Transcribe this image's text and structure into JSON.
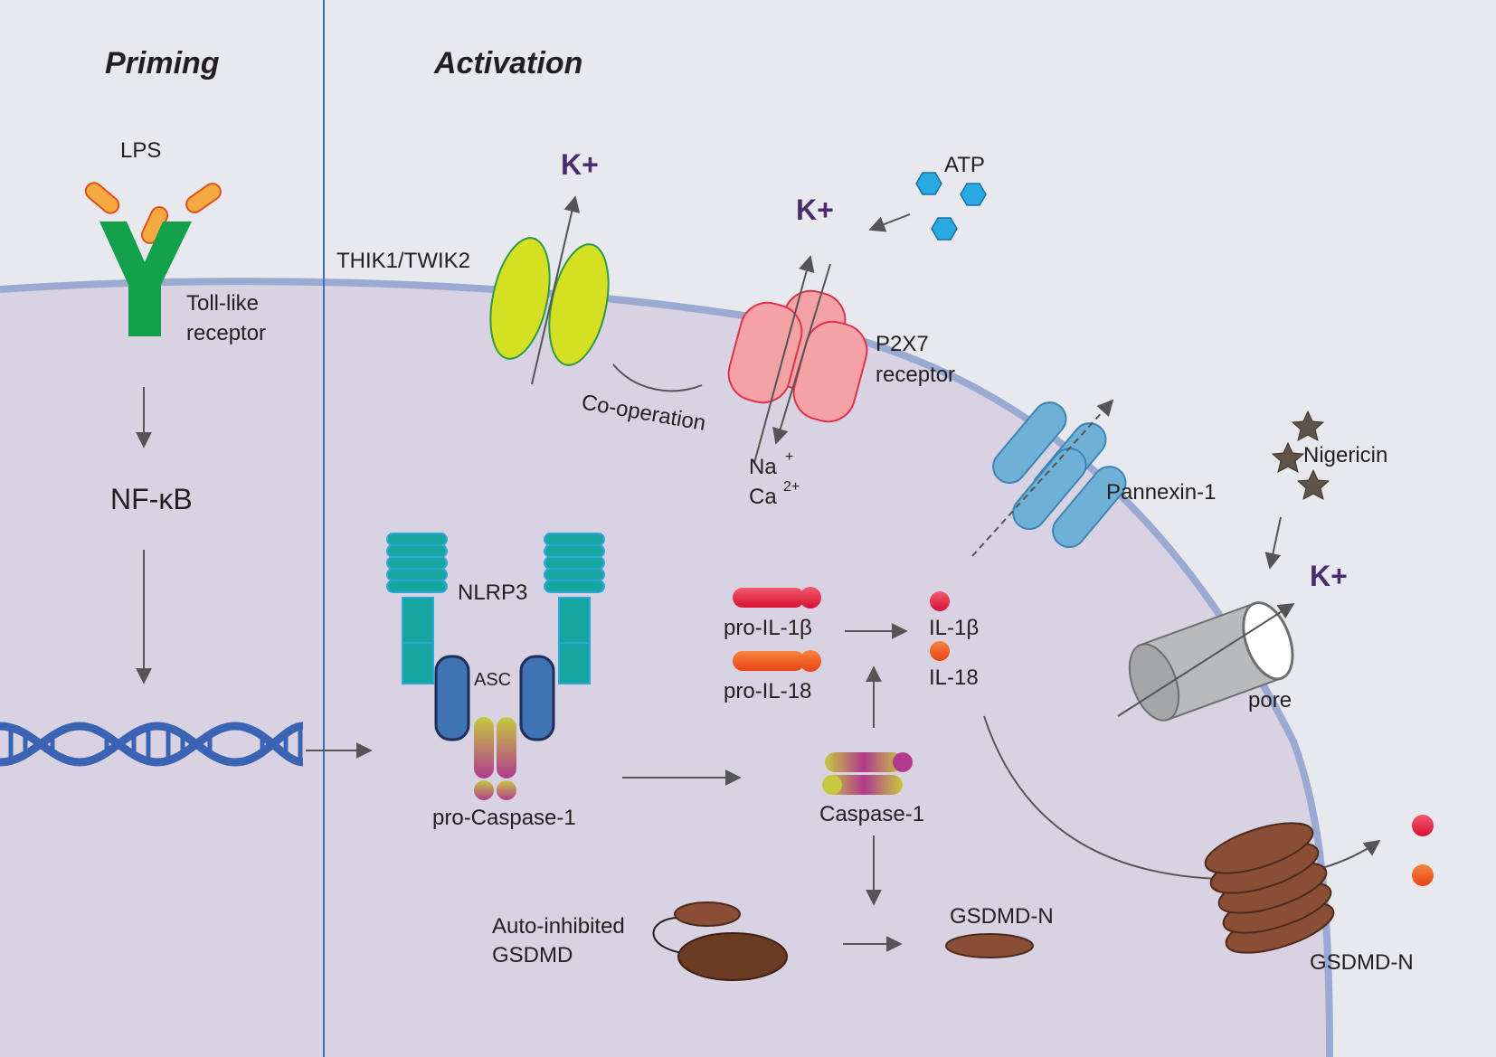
{
  "headers": {
    "priming": "Priming",
    "activation": "Activation"
  },
  "labels": {
    "lps": "LPS",
    "tlr_line1": "Toll-like",
    "tlr_line2": "receptor",
    "nfkb": "NF-κB",
    "thik": "THIK1/TWIK2",
    "kplus_1": "K+",
    "kplus_2": "K+",
    "kplus_3": "K+",
    "atp": "ATP",
    "p2x7_line1": "P2X7",
    "p2x7_line2": "receptor",
    "cooperation": "Co-operation",
    "na": "Na",
    "na_sup": "+",
    "ca": "Ca",
    "ca_sup": "2+",
    "pannexin": "Pannexin-1",
    "nigericin": "Nigericin",
    "nlrp3": "NLRP3",
    "asc": "ASC",
    "pro_caspase": "pro-Caspase-1",
    "pro_il1b": "pro-IL-1β",
    "pro_il18": "pro-IL-18",
    "il1b": "IL-1β",
    "il18": "IL-18",
    "pore": "pore",
    "caspase1": "Caspase-1",
    "autoinhib_line1": "Auto-inhibited",
    "autoinhib_line2": "GSDMD",
    "gsdmd_n_mid": "GSDMD-N",
    "gsdmd_n_right": "GSDMD-N"
  },
  "colors": {
    "background": "#e8e9ee",
    "cell_fill": "#d8d2e3",
    "membrane": "#9aaad3",
    "divider": "#3f6fb8",
    "tlr_green": "#12a04a",
    "lps_orange": "#f7a941",
    "thik_yellow": "#d4e021",
    "p2x7_pink": "#f4a2a6",
    "atp_blue": "#29a9e1",
    "pannexin_blue": "#6fb0d6",
    "nlrp3_teal": "#16a6a0",
    "asc_blue": "#3f73b3",
    "dna_blue": "#3b63b4",
    "il1b_red": "#e5173e",
    "il18_orange": "#f15a24",
    "gsdmd_brown": "#8a4e35",
    "kplus_purple": "#4a2c6e",
    "pore_gray": "#b9babc"
  }
}
